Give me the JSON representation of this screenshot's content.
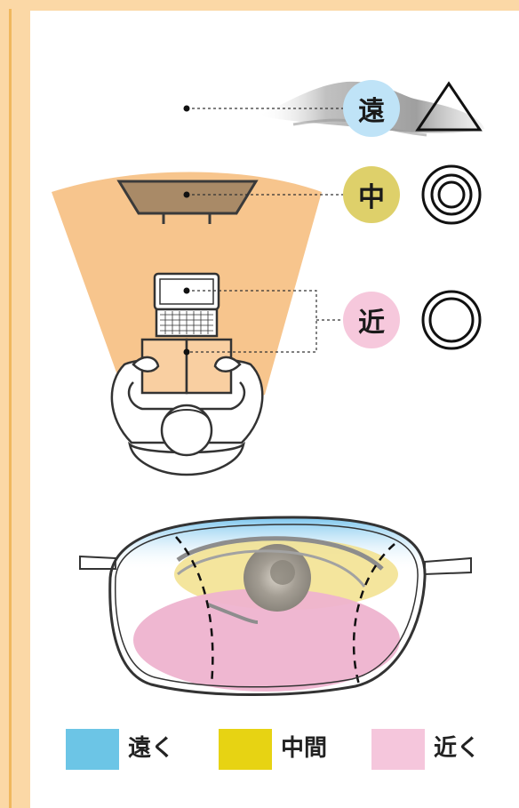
{
  "zones": {
    "far": {
      "label": "遠",
      "symbol": "△",
      "color": "#bfe3f7"
    },
    "mid": {
      "label": "中",
      "symbol": "◎",
      "color": "#ded06a"
    },
    "near": {
      "label": "近",
      "symbol": "○",
      "color": "#f6c8dc"
    }
  },
  "legend": [
    {
      "label": "遠く",
      "color": "#6cc5e6"
    },
    {
      "label": "中間",
      "color": "#e7d313"
    },
    {
      "label": "近く",
      "color": "#f5c6dc"
    }
  ]
}
